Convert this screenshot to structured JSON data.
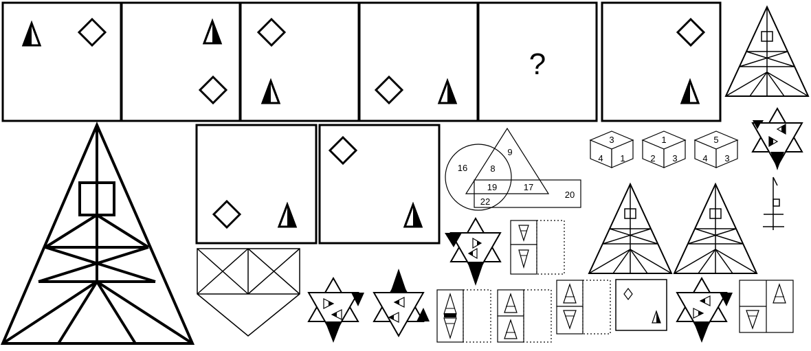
{
  "sequence": {
    "question_mark": "?"
  },
  "venn": {
    "circle_only": "16",
    "triangle_only": "9",
    "circle_triangle": "8",
    "all_three": "19",
    "triangle_rectangle": "17",
    "rectangle_only": "20",
    "circle_rectangle": "22"
  },
  "dice": [
    {
      "top": "3",
      "left": "4",
      "right": "1"
    },
    {
      "top": "1",
      "left": "2",
      "right": "3"
    },
    {
      "top": "5",
      "left": "4",
      "right": "3"
    }
  ],
  "colors": {
    "stroke": "#000000",
    "fill": "#000000",
    "background": "#ffffff"
  }
}
